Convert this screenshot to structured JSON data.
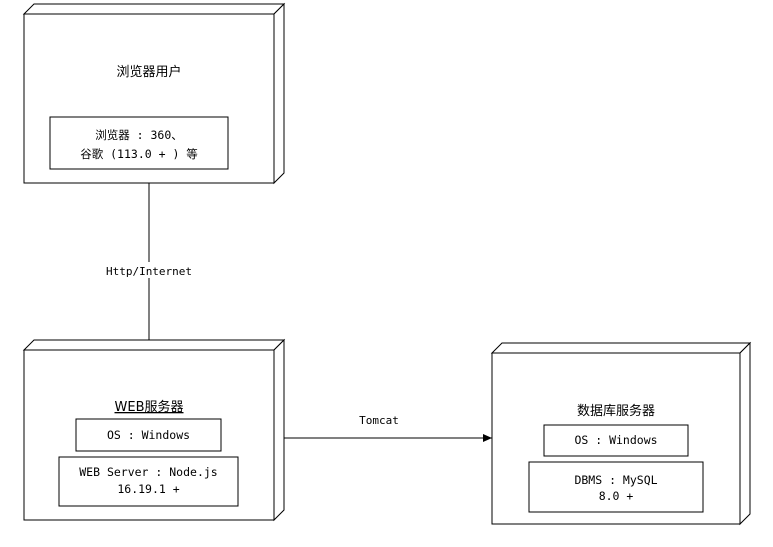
{
  "nodes": {
    "browser_user": {
      "title": "浏览器用户",
      "artifact_lines": [
        "浏览器 : 360、",
        "谷歌 (113.0 + ) 等"
      ]
    },
    "web_server": {
      "title": "WEB服务器",
      "os_label": "OS : Windows",
      "server_lines": [
        "WEB Server : Node.js",
        "16.19.1 +"
      ]
    },
    "db_server": {
      "title": "数据库服务器",
      "os_label": "OS : Windows",
      "dbms_lines": [
        "DBMS : MySQL",
        "8.0 +"
      ]
    }
  },
  "edges": {
    "browser_to_web": "Http/Internet",
    "web_to_db": "Tomcat"
  }
}
